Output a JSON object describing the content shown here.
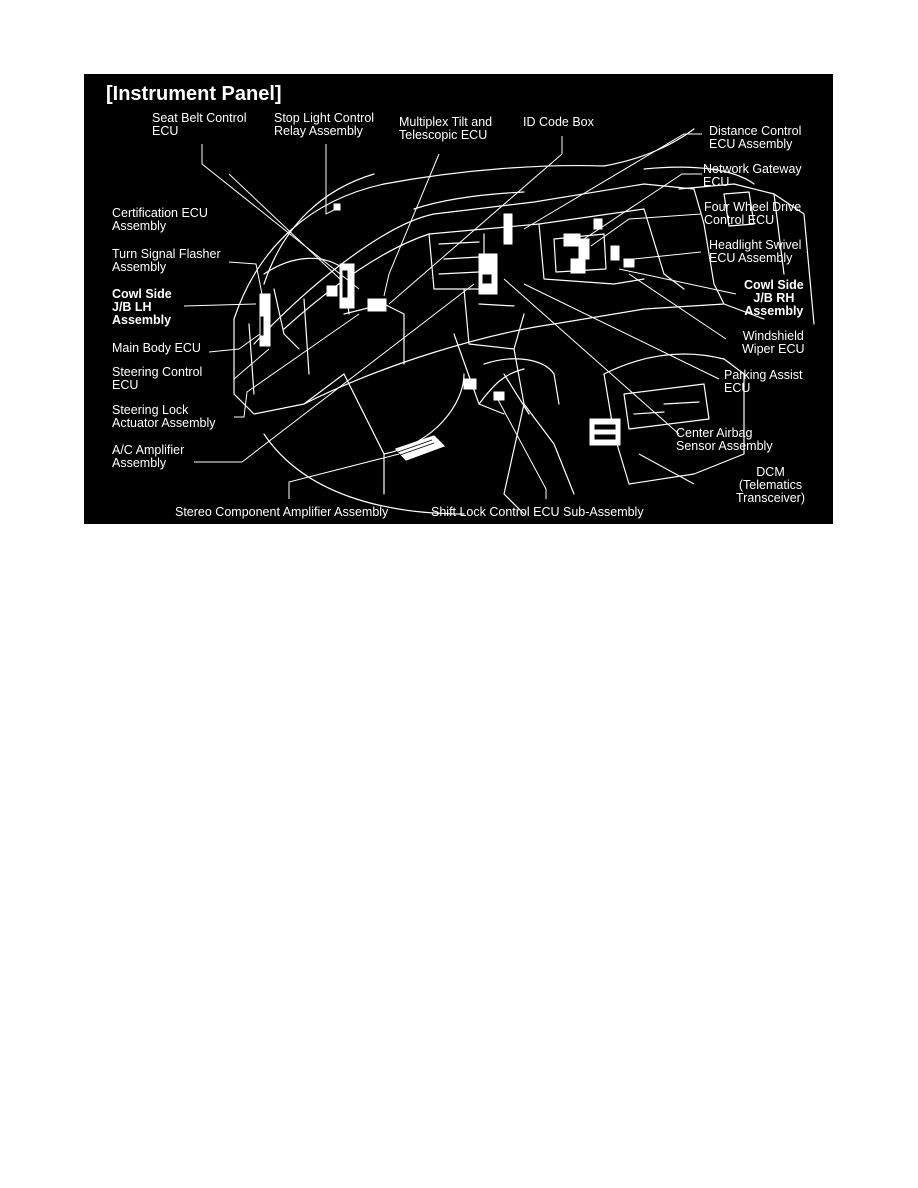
{
  "panel": {
    "title": "[Instrument Panel]",
    "background": "#000000",
    "foreground": "#ffffff"
  },
  "labels": {
    "seat_belt": "Seat Belt Control\nECU",
    "stop_light": "Stop Light Control\nRelay Assembly",
    "multiplex_tilt": "Multiplex Tilt and\nTelescopic ECU",
    "id_code_box": "ID Code Box",
    "distance_control": "Distance Control\nECU Assembly",
    "network_gateway": "Network Gateway\nECU",
    "four_wheel_drive": "Four Wheel Drive\nControl ECU",
    "headlight_swivel": "Headlight Swivel\nECU Assembly",
    "cowl_side_rh": "Cowl Side\nJ/B RH\nAssembly",
    "windshield_wiper": "Windshield\nWiper ECU",
    "parking_assist": "Parking Assist\nECU",
    "center_airbag": "Center Airbag\nSensor Assembly",
    "dcm": "DCM\n(Telematics\nTransceiver)",
    "certification": "Certification ECU\nAssembly",
    "turn_signal": "Turn Signal Flasher\nAssembly",
    "cowl_side_lh": "Cowl Side\nJ/B LH\nAssembly",
    "main_body": "Main Body ECU",
    "steering_control": "Steering Control\nECU",
    "steering_lock": "Steering Lock\nActuator Assembly",
    "ac_amplifier": "A/C Amplifier\nAssembly",
    "stereo_amplifier": "Stereo Component Amplifier Assembly",
    "shift_lock": "Shift Lock Control ECU Sub-Assembly"
  }
}
